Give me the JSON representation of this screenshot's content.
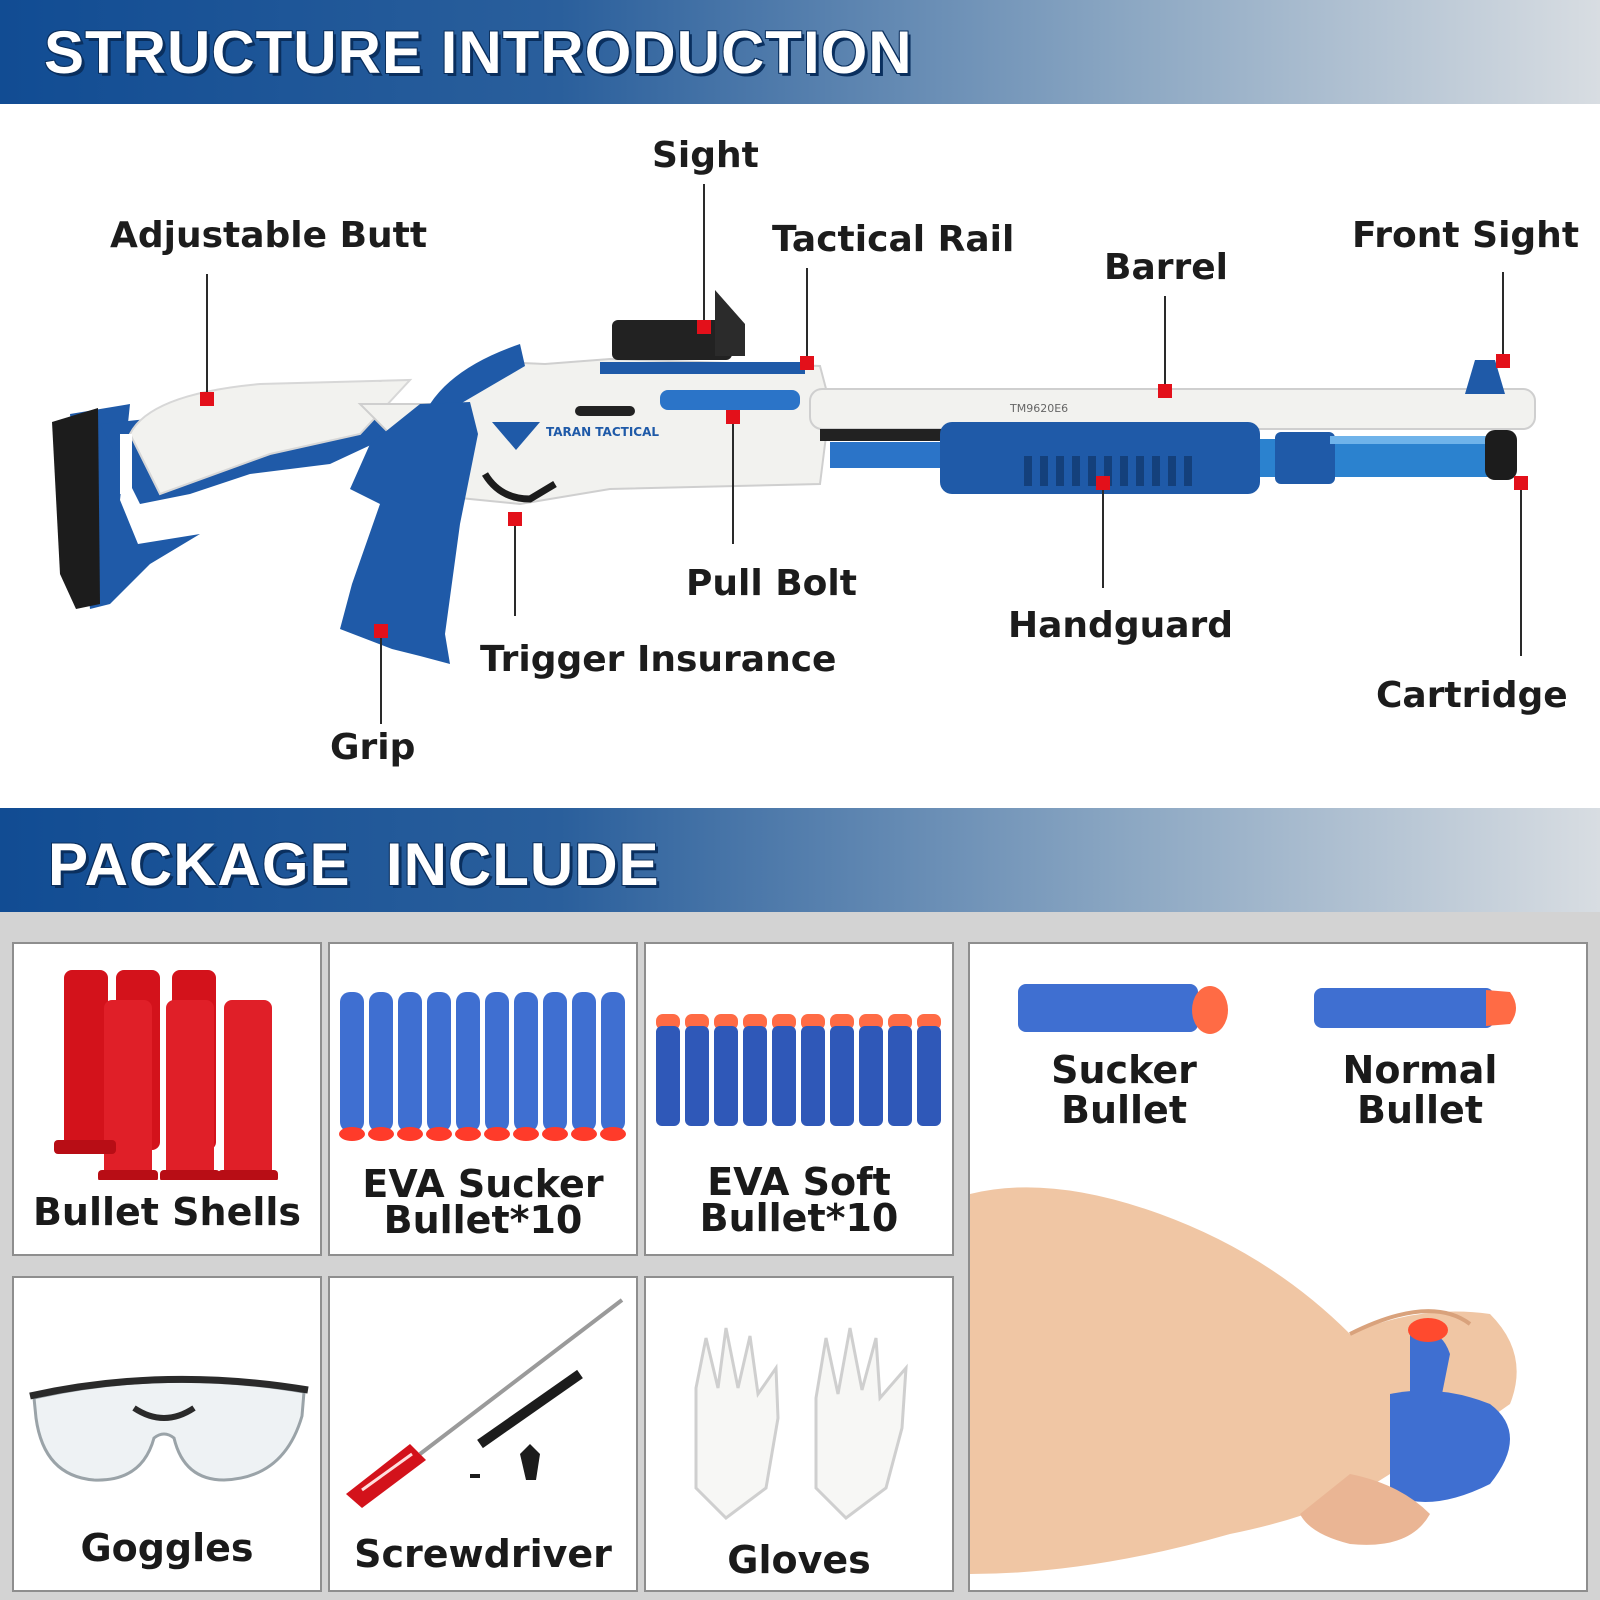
{
  "sections": {
    "structure_title": "STRUCTURE INTRODUCTION",
    "package_title": "PACKAGE  INCLUDE"
  },
  "callouts": {
    "sight": "Sight",
    "adjustable_butt": "Adjustable Butt",
    "tactical_rail": "Tactical Rail",
    "barrel": "Barrel",
    "front_sight": "Front Sight",
    "pull_bolt": "Pull Bolt",
    "handguard": "Handguard",
    "trigger_insurance": "Trigger Insurance",
    "cartridge": "Cartridge",
    "grip": "Grip"
  },
  "gun_markings": {
    "brand": "TARAN TACTICAL",
    "model": "TM9620E6"
  },
  "package": {
    "bullet_shells": "Bullet Shells",
    "eva_sucker_line1": "EVA Sucker",
    "eva_sucker_line2": "Bullet*10",
    "eva_soft_line1": "EVA Soft",
    "eva_soft_line2": "Bullet*10",
    "goggles": "Goggles",
    "screwdriver": "Screwdriver",
    "gloves": "Gloves",
    "sucker_bullet_line1": "Sucker",
    "sucker_bullet_line2": "Bullet",
    "normal_bullet_line1": "Normal",
    "normal_bullet_line2": "Bullet"
  },
  "colors": {
    "banner_dark": "#114c93",
    "gun_blue": "#1f5aa8",
    "gun_white": "#f1f1ef",
    "marker_red": "#e3101a",
    "foam_blue": "#3f6fd1",
    "tip_orange": "#ff5a3a",
    "shell_red": "#d3121b"
  }
}
